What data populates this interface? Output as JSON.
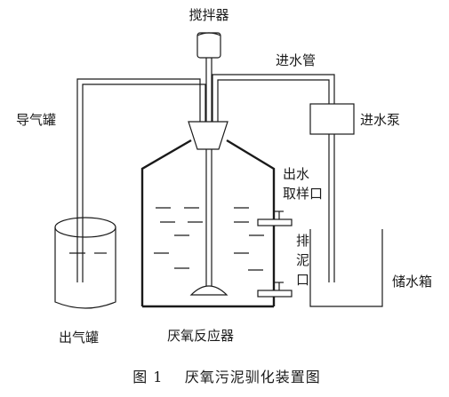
{
  "labels": {
    "stirrer": "搅拌器",
    "inlet_pipe": "进水管",
    "gas_pipe": "导气罐",
    "inlet_pump": "进水泵",
    "outlet_sampling_line1": "出水",
    "outlet_sampling_line2": "取样口",
    "sludge_outlet_line1": "排",
    "sludge_outlet_line2": "泥",
    "sludge_outlet_line3": "口",
    "storage_tank": "储水箱",
    "gas_tank": "出气罐",
    "reactor": "厌氧反应器"
  },
  "caption": "图 1    厌氧污泥驯化装置图",
  "colors": {
    "stroke": "#1a1a1a",
    "background": "#ffffff"
  }
}
